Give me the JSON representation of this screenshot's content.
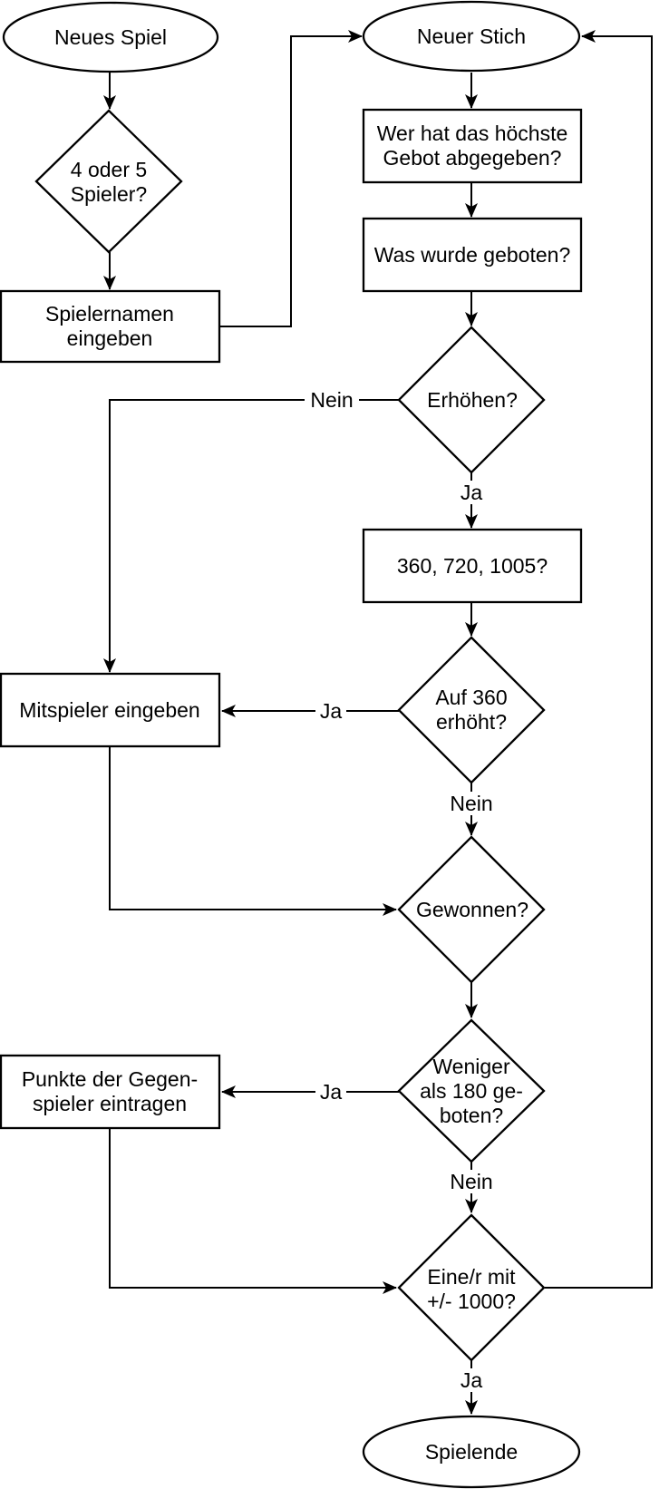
{
  "diagram": {
    "nodes": {
      "neues_spiel": {
        "type": "terminator",
        "lines": [
          "Neues Spiel"
        ]
      },
      "vier_oder_fuenf_spieler": {
        "type": "decision",
        "lines": [
          "4 oder 5",
          "Spieler?"
        ]
      },
      "spielernamen_eingeben": {
        "type": "process",
        "lines": [
          "Spielernamen",
          "eingeben"
        ]
      },
      "neuer_stich": {
        "type": "terminator",
        "lines": [
          "Neuer Stich"
        ]
      },
      "hoechstes_gebot": {
        "type": "process",
        "lines": [
          "Wer hat das höchste",
          "Gebot abgegeben?"
        ]
      },
      "was_geboten": {
        "type": "process",
        "lines": [
          "Was wurde geboten?"
        ]
      },
      "erhoehen": {
        "type": "decision",
        "lines": [
          "Erhöhen?"
        ]
      },
      "stufen": {
        "type": "process",
        "lines": [
          "360, 720, 1005?"
        ]
      },
      "auf_360_erhoeht": {
        "type": "decision",
        "lines": [
          "Auf 360",
          "erhöht?"
        ]
      },
      "mitspieler_eingeben": {
        "type": "process",
        "lines": [
          "Mitspieler eingeben"
        ]
      },
      "gewonnen": {
        "type": "decision",
        "lines": [
          "Gewonnen?"
        ]
      },
      "weniger_als_180": {
        "type": "decision",
        "lines": [
          "Weniger",
          "als 180 ge-",
          "boten?"
        ]
      },
      "punkte_gegenspieler": {
        "type": "process",
        "lines": [
          "Punkte der Gegen-",
          "spieler eintragen"
        ]
      },
      "eine_r_mit_1000": {
        "type": "decision",
        "lines": [
          "Eine/r mit",
          "+/- 1000?"
        ]
      },
      "spielende": {
        "type": "terminator",
        "lines": [
          "Spielende"
        ]
      }
    },
    "edge_labels": {
      "erhoehen_nein": "Nein",
      "erhoehen_ja": "Ja",
      "auf360_ja": "Ja",
      "auf360_nein": "Nein",
      "weniger_ja": "Ja",
      "weniger_nein": "Nein",
      "eine_r_ja": "Ja"
    },
    "colors": {
      "stroke": "#000000",
      "shape_fill": "#ffffff",
      "background": "#ffffff"
    }
  }
}
